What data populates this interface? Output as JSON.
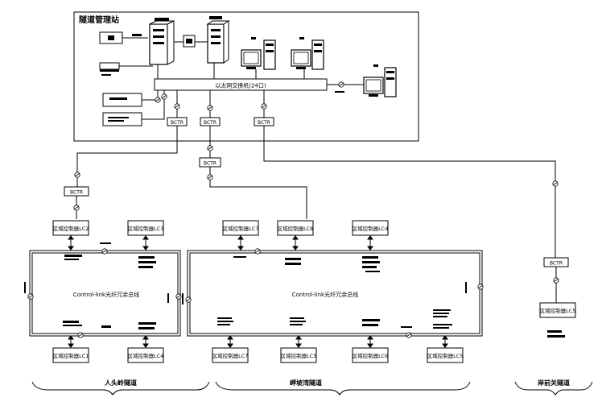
{
  "station": {
    "title": "隧道管理站"
  },
  "switch": {
    "label": "以太网交换机(24口)"
  },
  "bctr_label": "BCTR",
  "plc_boxes": {
    "top_left": "区域控制器LC2",
    "top_mid_left": "区域控制器LC3",
    "top_a": "区域控制器LC7",
    "top_b": "区域控制器LC8",
    "top_c": "区域控制器LC4",
    "bot_left_1": "区域控制器LC1",
    "bot_left_2": "区域控制器LC4",
    "bot_a": "区域控制器LC7",
    "bot_b": "区域控制器LC5",
    "bot_c": "区域控制器LC6",
    "bot_d": "区域控制器LC5",
    "right": "区域控制器LC5"
  },
  "bus": {
    "left": "Control-link光纤冗余总线",
    "right": "Control-link光纤冗余总线"
  },
  "tunnels": {
    "left": "人头岭隧道",
    "middle": "岬坡湾隧道",
    "right": "岸前关隧道"
  }
}
